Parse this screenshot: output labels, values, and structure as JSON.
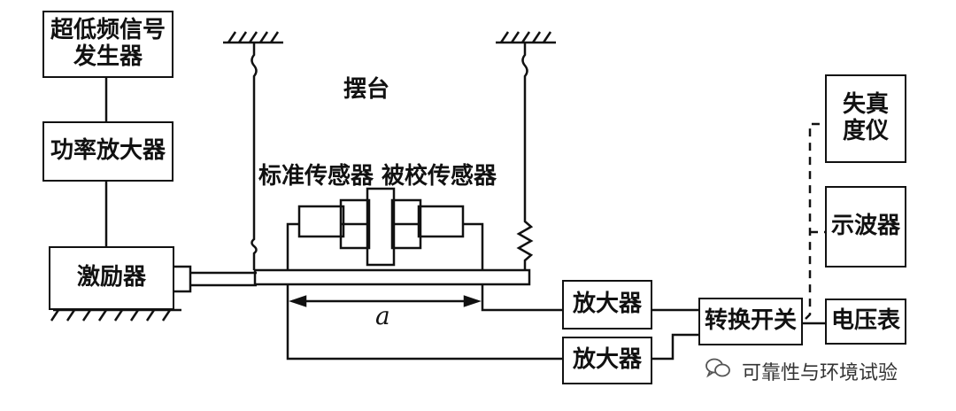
{
  "blocks": {
    "signal_generator": "超低频信号\n发生器",
    "power_amplifier": "功率放大器",
    "exciter": "激励器",
    "amplifier_top": "放大器",
    "amplifier_bottom": "放大器",
    "switch": "转换开关",
    "voltmeter": "电压表",
    "oscilloscope": "示波器",
    "distortion_meter": "失真\n度仪"
  },
  "labels": {
    "table": "摆台",
    "sensors": "标准传感器 被校传感器",
    "distance": "a"
  },
  "watermark": "可靠性与环境试验"
}
